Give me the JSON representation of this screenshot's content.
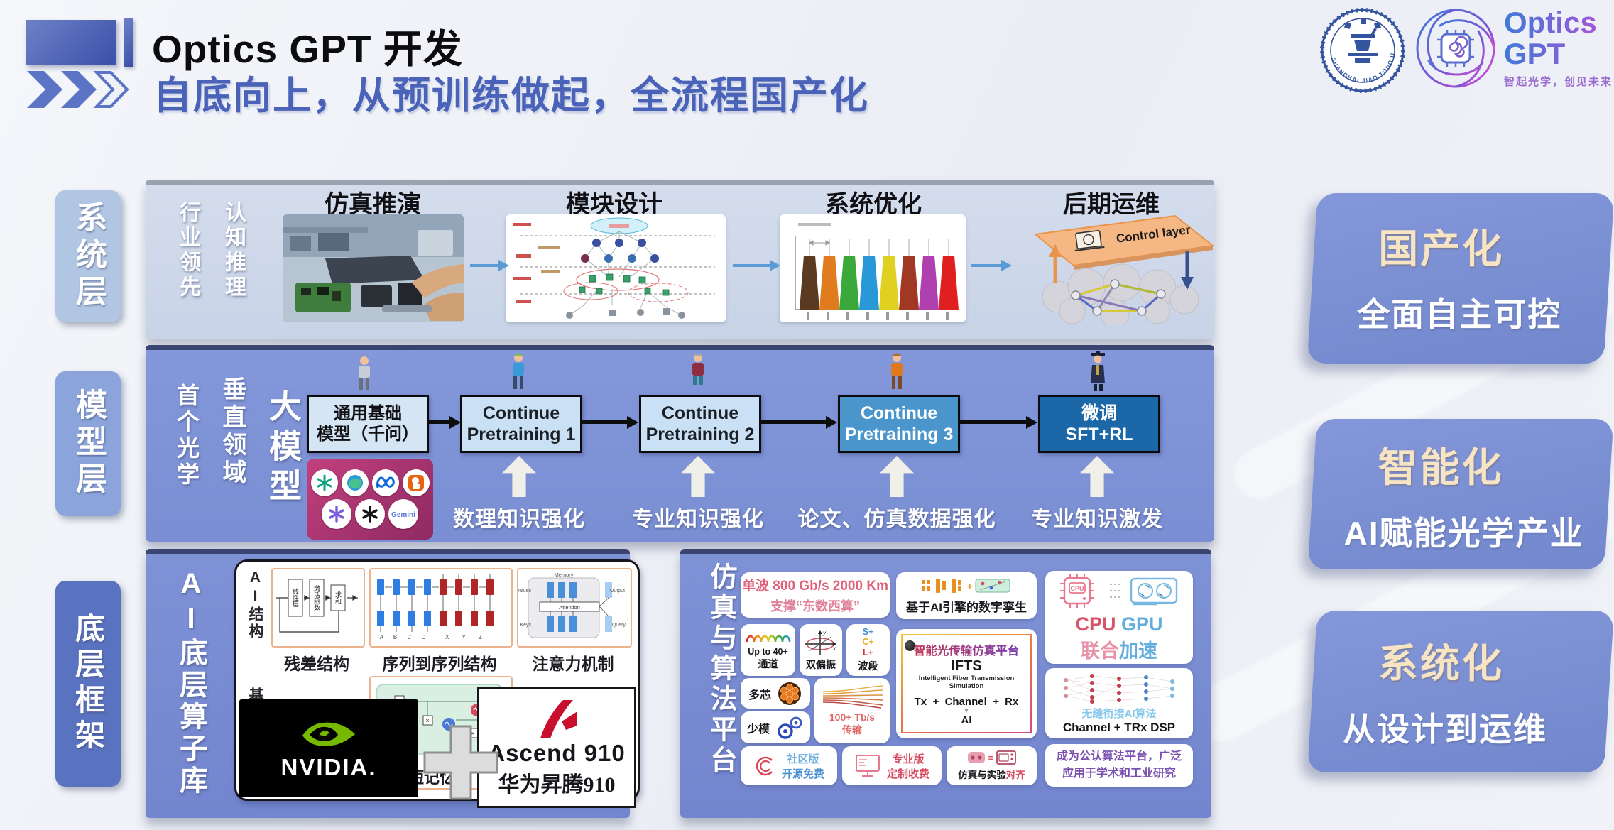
{
  "header": {
    "title": "Optics GPT 开发",
    "subtitle": "自底向上，从预训练做起，全流程国产化"
  },
  "brand": {
    "university_ring": "SHANGHAI JIAO TONG UNIVERSITY",
    "name_top": "Optics",
    "name_bottom": "GPT",
    "tagline": "智起光学，创见未来"
  },
  "side_layers": [
    {
      "label": "系统层"
    },
    {
      "label": "模型层"
    },
    {
      "label": "底层框架"
    }
  ],
  "system_row": {
    "tags": [
      "行业领先",
      "认知推理"
    ],
    "stages": [
      {
        "title": "仿真推演"
      },
      {
        "title": "模块设计"
      },
      {
        "title": "系统优化"
      },
      {
        "title": "后期运维"
      }
    ],
    "control_layer_label": "Control layer"
  },
  "model_row": {
    "tags": [
      "首个光学",
      "垂直领域",
      "大模型"
    ],
    "boxes": [
      {
        "line1": "通用基础",
        "line2": "模型（千问）"
      },
      {
        "line1": "Continue",
        "line2": "Pretraining 1"
      },
      {
        "line1": "Continue",
        "line2": "Pretraining 2"
      },
      {
        "line1": "Continue",
        "line2": "Pretraining 3"
      },
      {
        "line1": "微调",
        "line2": "SFT+RL"
      }
    ],
    "gemini_label": "Gemini",
    "boosts": [
      "数理知识强化",
      "专业知识强化",
      "论文、仿真数据强化",
      "专业知识激发"
    ]
  },
  "framework_row": {
    "operator_lib": {
      "tag": "AI底层算子库",
      "col_label_top": "AI结构",
      "col_label_bottom": "基本",
      "residual": {
        "caption": "残差结构",
        "nodes": [
          "线性层",
          "激活函数",
          "求和"
        ]
      },
      "seq2seq": {
        "caption": "序列到序列结构",
        "in_tokens": "A B C D",
        "out_tokens": "X Y Z"
      },
      "attention": {
        "caption": "注意力机制",
        "labels": {
          "memory": "Memory",
          "values": "Values",
          "output": "Output",
          "attention": "Attention",
          "keys": "Keys",
          "query": "Query"
        }
      },
      "lstm": {
        "caption": "短记忆层"
      },
      "nvidia_label": "NVIDIA.",
      "plus": "+",
      "ascend_en": "Ascend 910",
      "ascend_cn": "华为昇腾910"
    },
    "platform": {
      "tag": "仿真与算法平台",
      "headline1": "单波 800 Gb/s 2000 Km",
      "headline2": "支撑“东数西算”",
      "digital_twin": "基于AI引擎的数字孪生",
      "cpu": "CPU",
      "gpu": "GPU",
      "accel1": "联合",
      "accel2": "加速",
      "channels1": "Up to 40+",
      "channels2": "通道",
      "polarization": "双偏振",
      "pol_x": "x",
      "pol_y": "y",
      "bands": [
        "S+",
        "C+",
        "L+"
      ],
      "bands_label": "波段",
      "multicore": "多芯",
      "fewmode": "少模",
      "tbps1": "100+ Tb/s",
      "tbps2": "传输",
      "ifts_title": "智能光传输仿真平台",
      "ifts_abbr": "IFTS",
      "ifts_sub1": "Intelligent Fiber Transmission",
      "ifts_sub2": "Simulation",
      "ifts_flow": "Tx  +  Channel  +  Rx",
      "ifts_ai": "AI",
      "seamless": "无缝衔接AI算法",
      "dsp": "Channel + TRx DSP",
      "community1": "社区版",
      "community2": "开源免费",
      "pro1": "专业版",
      "pro2": "定制收费",
      "align1": "仿真与实验",
      "align2": "对齐",
      "adoption": "成为公认算法平台，广泛应用于学术和工业研究"
    }
  },
  "highlights": [
    {
      "title": "国产化",
      "desc": "全面自主可控"
    },
    {
      "title": "智能化",
      "desc": "AI赋能光学产业"
    },
    {
      "title": "系统化",
      "desc": "从设计到运维"
    }
  ],
  "colors": {
    "accent_blue": "#4a63b8",
    "panel_periwinkle": "#7e92d6",
    "panel_light": "#ccd7e9",
    "highlight_box": "#7b8fd2",
    "cream_heading": "#f7e4c2",
    "red_text": "#e0607a",
    "nvidia_green": "#76b900",
    "ascend_red": "#c8102e"
  }
}
